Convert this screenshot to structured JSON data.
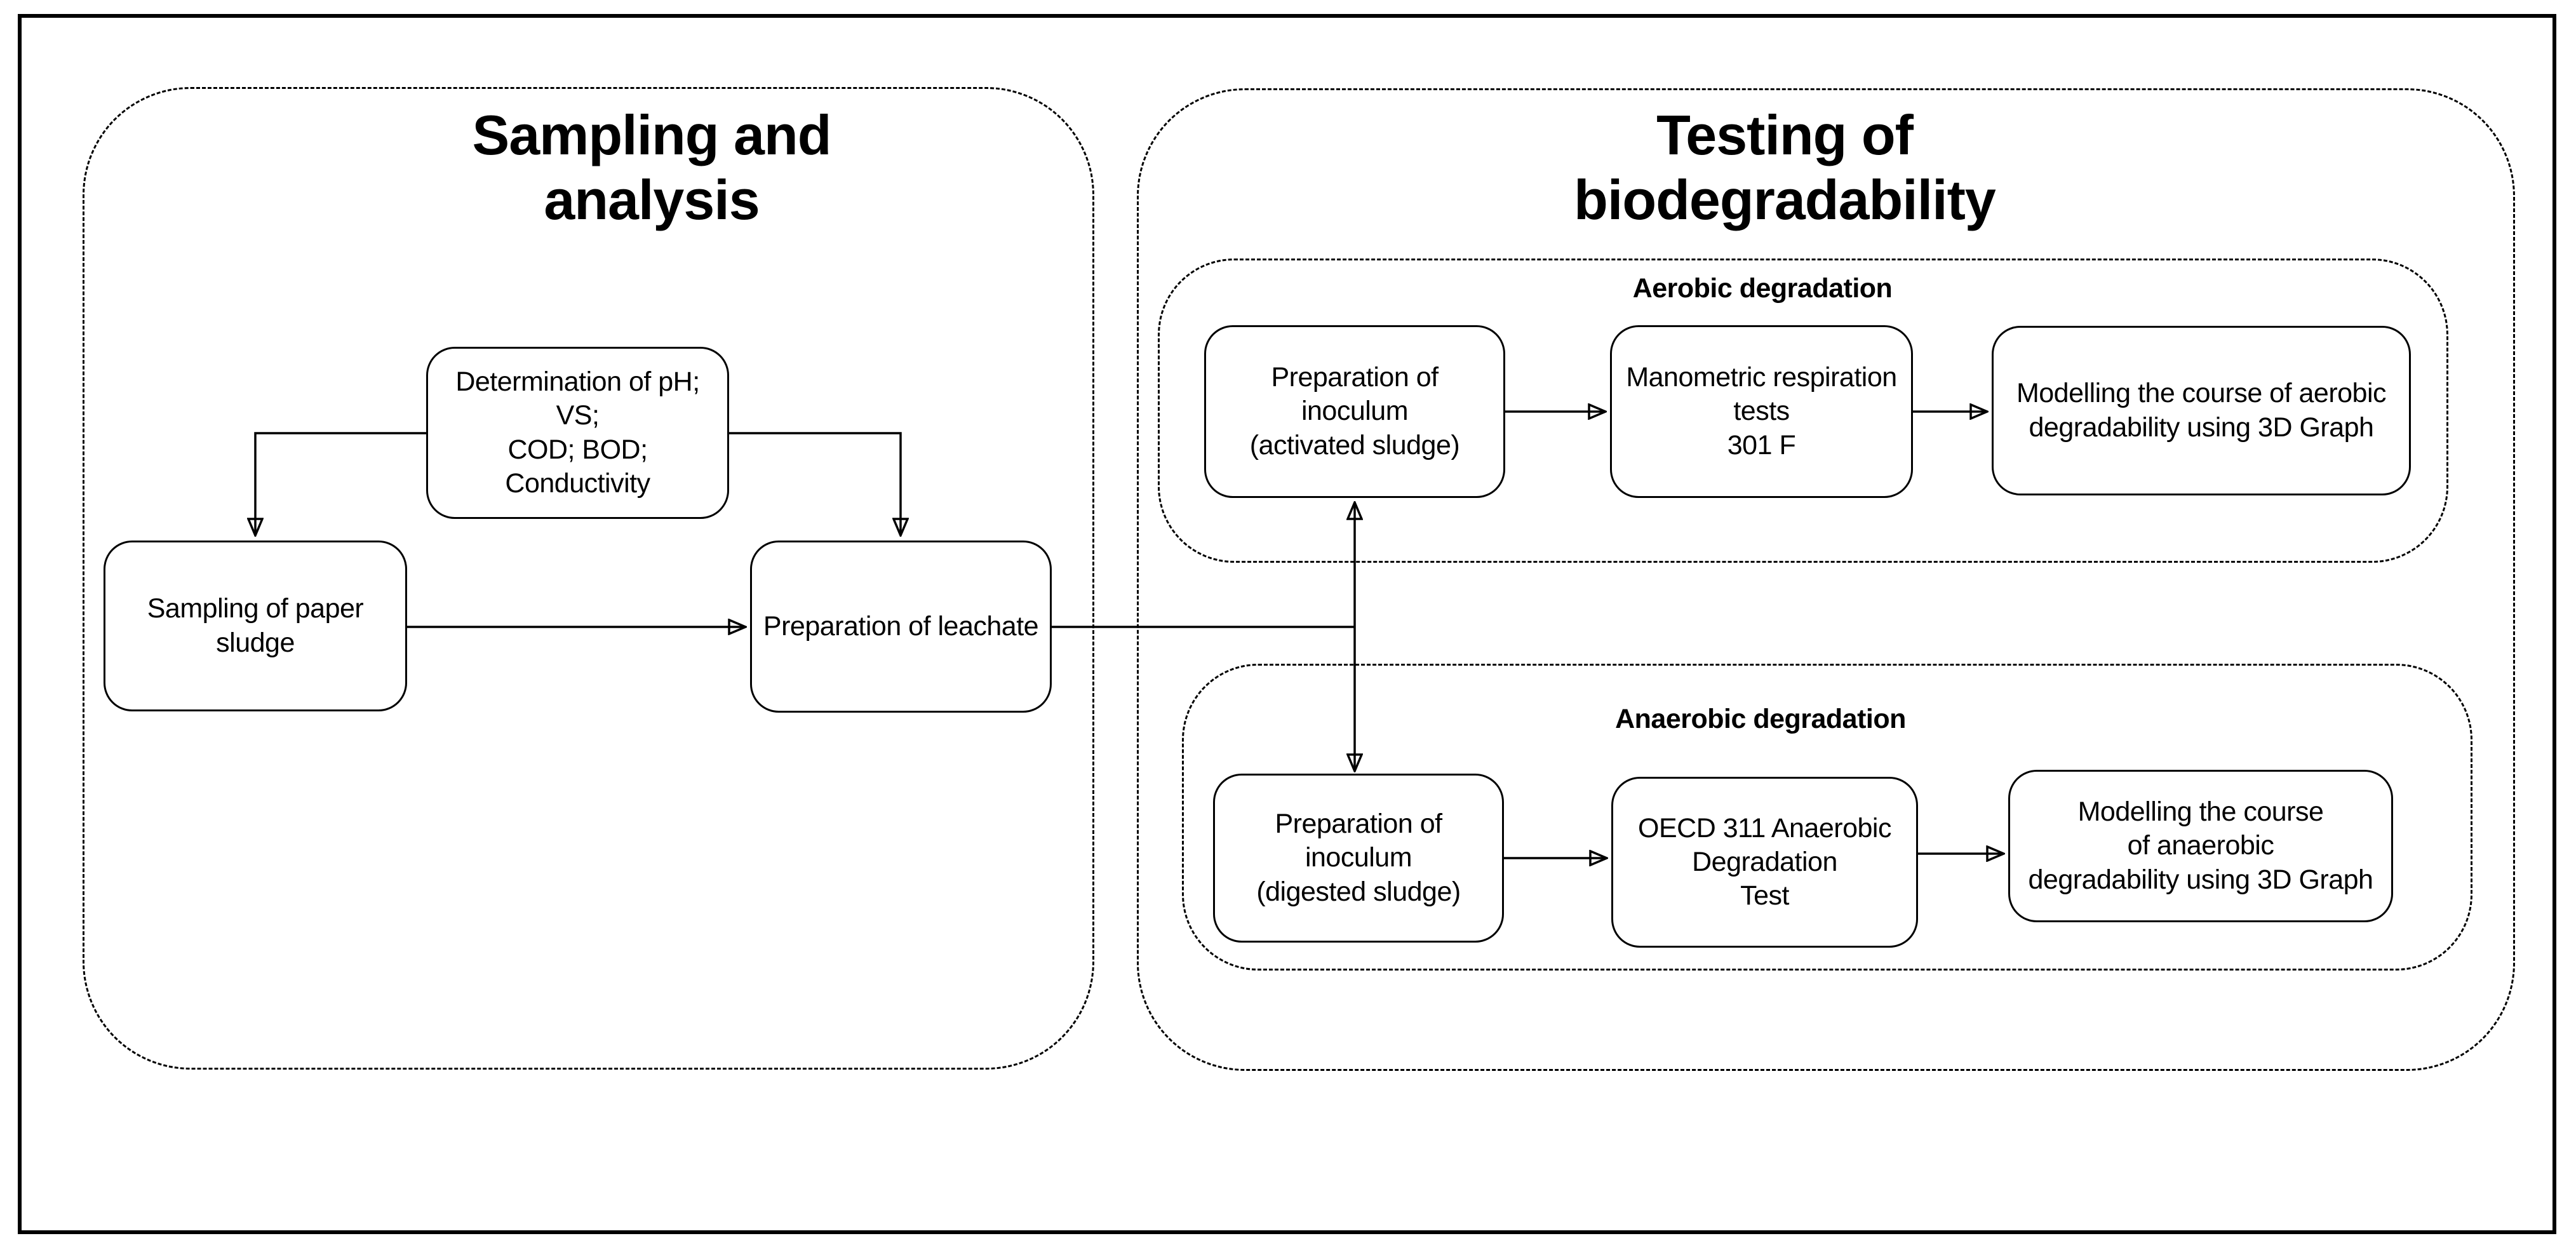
{
  "colors": {
    "ink": "#000000",
    "paper": "#ffffff"
  },
  "sampling_section": {
    "title": "Sampling and\nanalysis",
    "determination_box": "Determination of pH; VS;\nCOD; BOD; Conductivity",
    "paper_sludge_box": "Sampling of paper sludge",
    "leachate_box": "Preparation of leachate"
  },
  "testing_section": {
    "title": "Testing of\nbiodegradability",
    "aerobic": {
      "label": "Aerobic degradation",
      "inoculum_box": "Preparation of inoculum\n(activated sludge)",
      "test_box": "Manometric respiration\ntests\n301 F",
      "modelling_box": "Modelling the course of aerobic\ndegradability using 3D Graph"
    },
    "anaerobic": {
      "label": "Anaerobic degradation",
      "inoculum_box": "Preparation of inoculum\n(digested sludge)",
      "test_box": "OECD 311 Anaerobic\nDegradation\nTest",
      "modelling_box": "Modelling the course\nof anaerobic\ndegradability using 3D Graph"
    }
  }
}
